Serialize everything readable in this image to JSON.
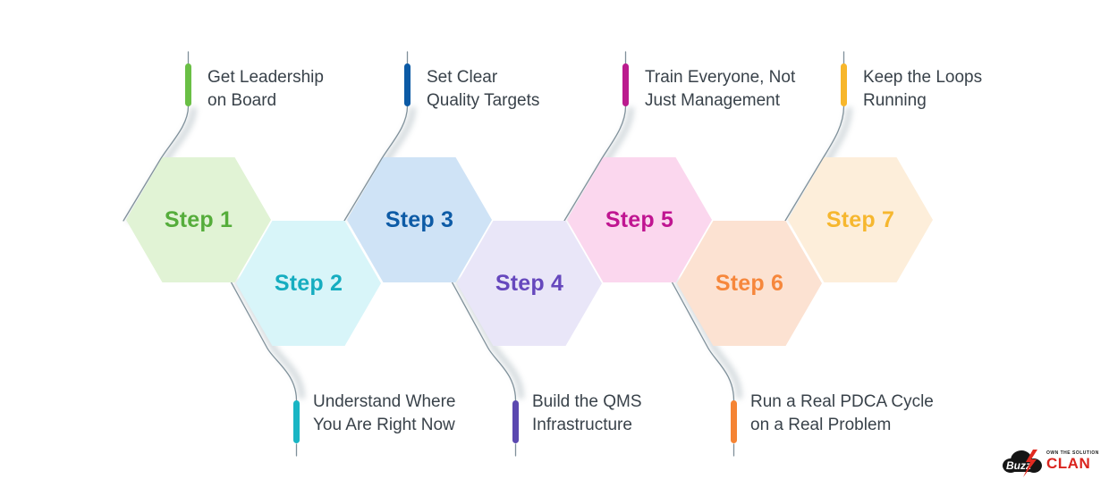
{
  "title": "7-step QMS implementation hexagon infographic",
  "steps": [
    {
      "label": "Step 1",
      "fill": "#e1f3d5",
      "color": "#55ad3b",
      "bar_color": "#6abf45",
      "note_position": "top",
      "note_lines": [
        "Get Leadership",
        "on Board"
      ]
    },
    {
      "label": "Step 2",
      "fill": "#d8f5f9",
      "color": "#16adc0",
      "bar_color": "#19b5c4",
      "note_position": "bottom",
      "note_lines": [
        "Understand Where",
        "You Are Right Now"
      ]
    },
    {
      "label": "Step 3",
      "fill": "#cfe3f6",
      "color": "#0d5ba6",
      "bar_color": "#0b5aa5",
      "note_position": "top",
      "note_lines": [
        "Set Clear",
        "Quality Targets"
      ]
    },
    {
      "label": "Step 4",
      "fill": "#e9e6f8",
      "color": "#6648bd",
      "bar_color": "#5b48b0",
      "note_position": "bottom",
      "note_lines": [
        "Build the QMS",
        "Infrastructure"
      ]
    },
    {
      "label": "Step 5",
      "fill": "#fbd7ee",
      "color": "#c01591",
      "bar_color": "#bb1b8e",
      "note_position": "top",
      "note_lines": [
        "Train Everyone, Not",
        "Just Management"
      ]
    },
    {
      "label": "Step 6",
      "fill": "#fce2d2",
      "color": "#f6873c",
      "bar_color": "#f58434",
      "note_position": "bottom",
      "note_lines": [
        "Run a Real PDCA Cycle",
        "on a Real Problem"
      ]
    },
    {
      "label": "Step 7",
      "fill": "#fdeeda",
      "color": "#f6b72f",
      "bar_color": "#f7b62b",
      "note_position": "top",
      "note_lines": [
        "Keep the Loops",
        "Running"
      ]
    }
  ],
  "connector_color": "#7f909a",
  "label_text_color": "#39424a",
  "logo": {
    "buzz": "Buzz",
    "clan": "CLAN",
    "tagline": "OWN THE SOLUTION",
    "clan_color": "#da241e",
    "cloud_color": "#151515",
    "bolt_color": "#e02a20"
  }
}
